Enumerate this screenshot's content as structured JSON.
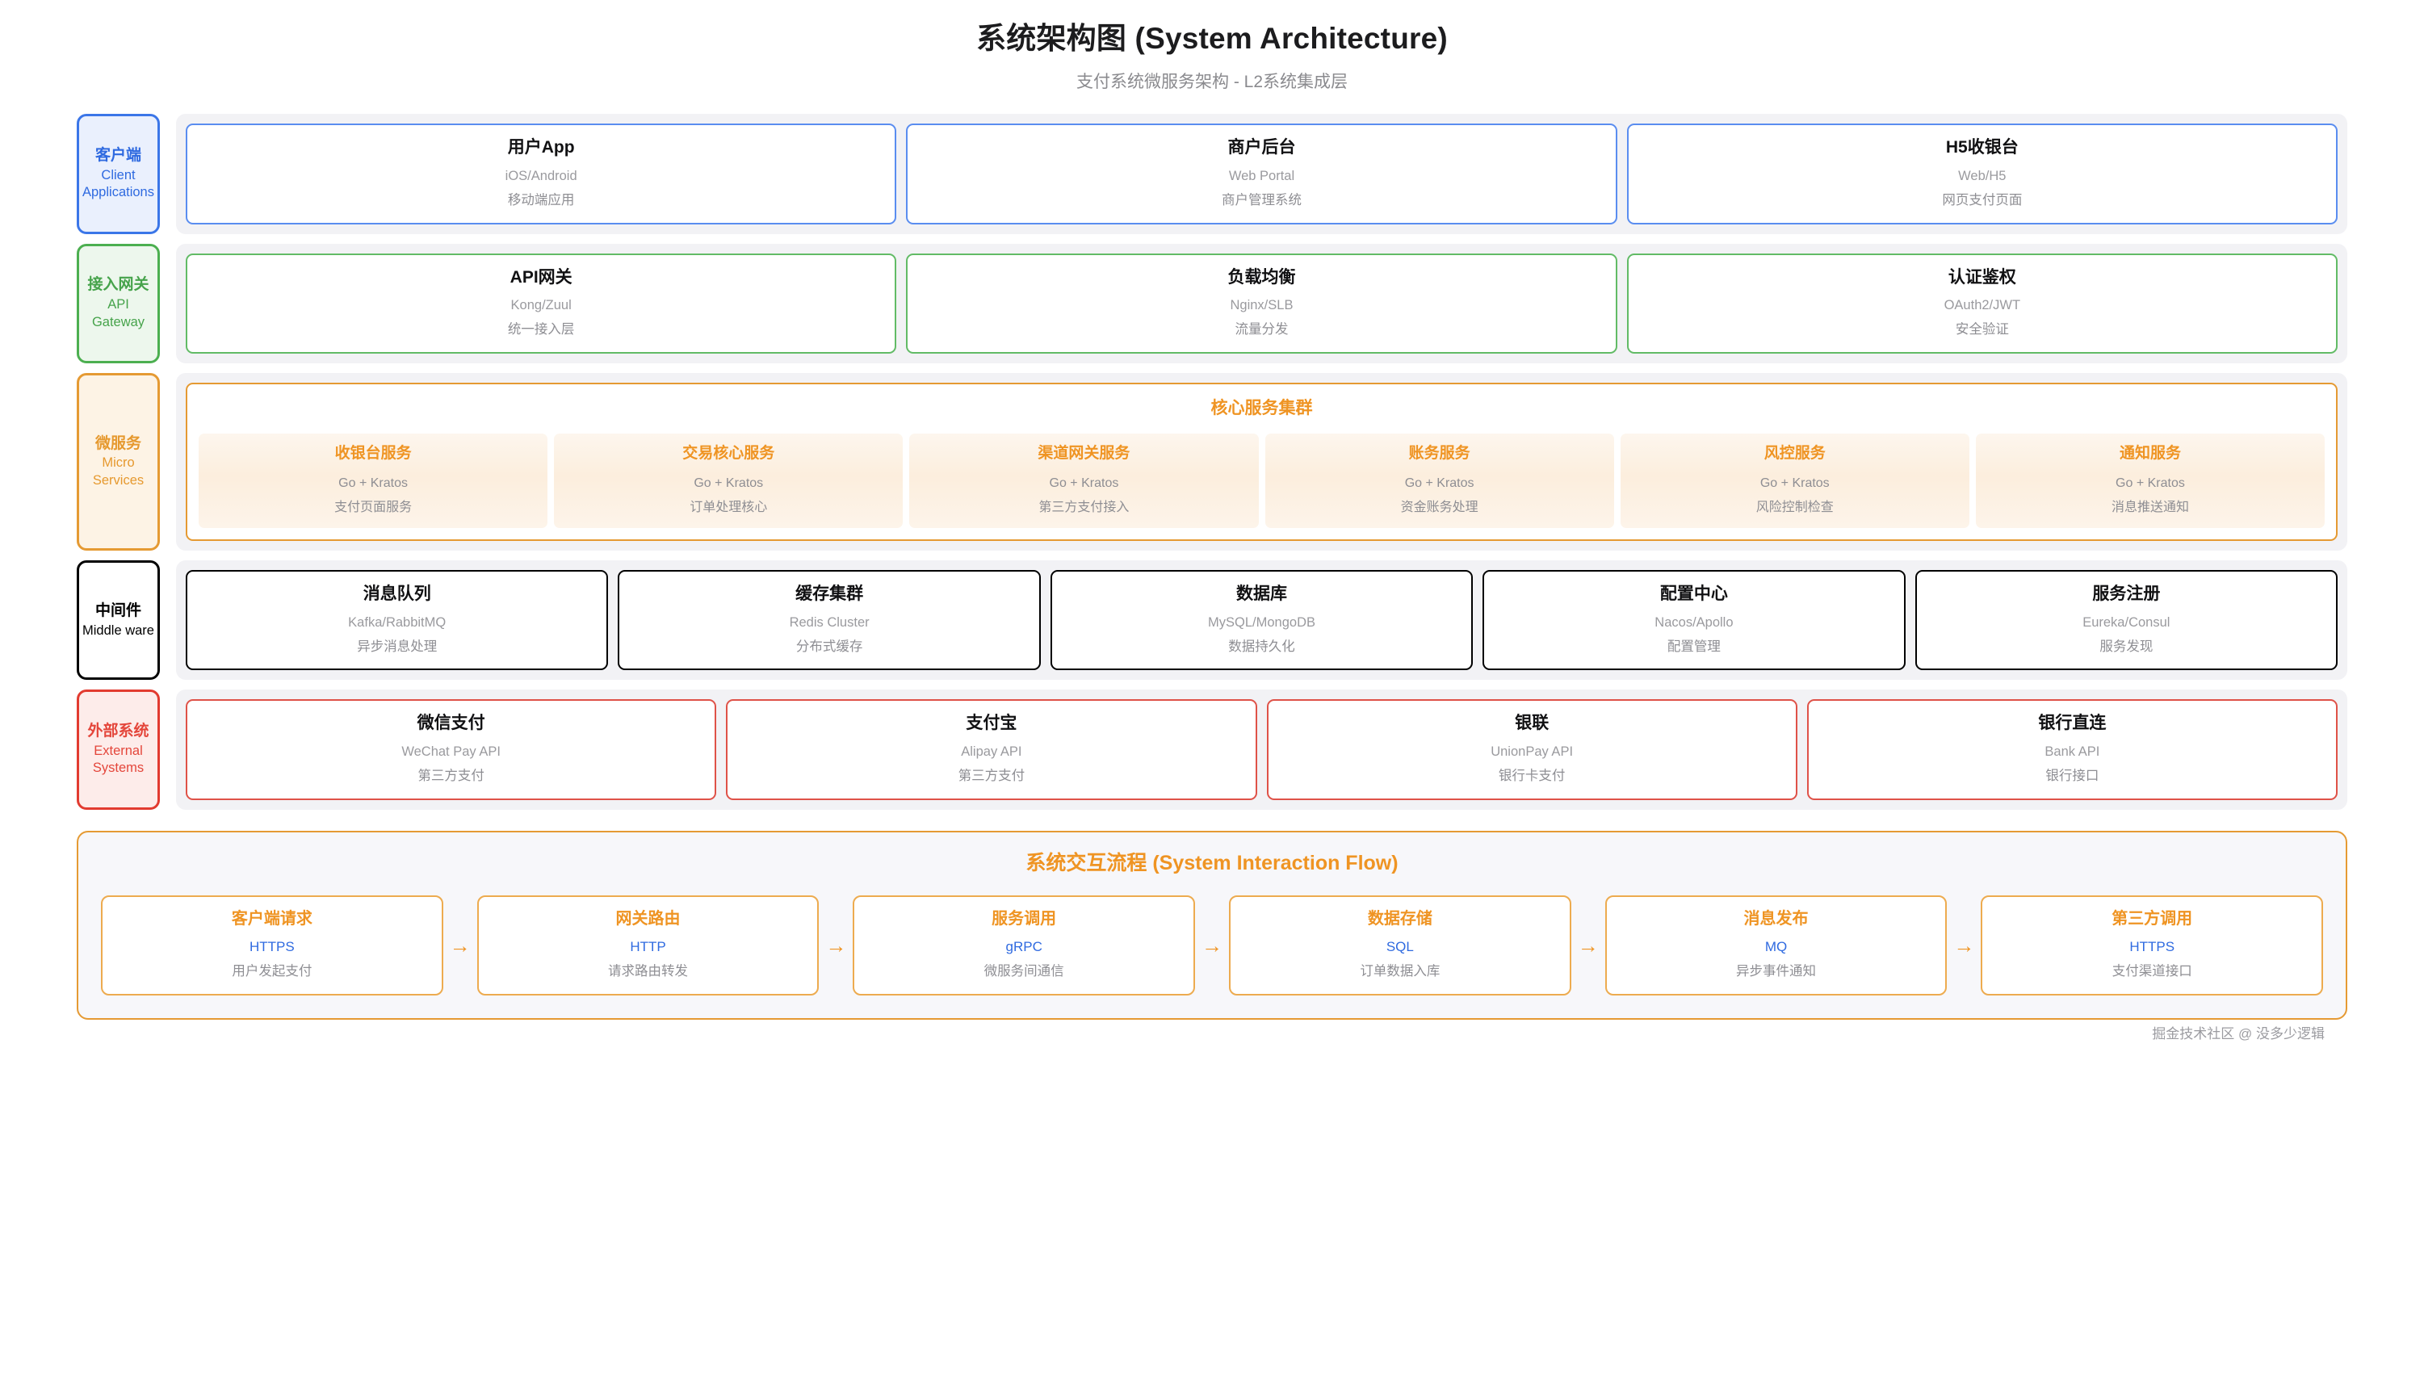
{
  "header": {
    "title": "系统架构图 (System Architecture)",
    "subtitle": "支付系统微服务架构 - L2系统集成层"
  },
  "colors": {
    "client": "#3b76e8",
    "gateway": "#4caf50",
    "micro": "#e59a33",
    "middleware": "#a340d9",
    "external": "#e23b30",
    "accent_orange": "#ef9423",
    "protocol_blue": "#2f6ae0",
    "band_bg": "#f2f2f5"
  },
  "layers": [
    {
      "key": "client",
      "badge_cn": "客户端",
      "badge_en": "Client Applications",
      "nodes": [
        {
          "title": "用户App",
          "sub": "iOS/Android",
          "desc": "移动端应用"
        },
        {
          "title": "商户后台",
          "sub": "Web Portal",
          "desc": "商户管理系统"
        },
        {
          "title": "H5收银台",
          "sub": "Web/H5",
          "desc": "网页支付页面"
        }
      ]
    },
    {
      "key": "gateway",
      "badge_cn": "接入网关",
      "badge_en": "API Gateway",
      "nodes": [
        {
          "title": "API网关",
          "sub": "Kong/Zuul",
          "desc": "统一接入层"
        },
        {
          "title": "负载均衡",
          "sub": "Nginx/SLB",
          "desc": "流量分发"
        },
        {
          "title": "认证鉴权",
          "sub": "OAuth2/JWT",
          "desc": "安全验证"
        }
      ]
    },
    {
      "key": "micro",
      "badge_cn": "微服务",
      "badge_en": "Micro Services",
      "cluster_title": "核心服务集群",
      "services": [
        {
          "title": "收银台服务",
          "sub": "Go + Kratos",
          "desc": "支付页面服务"
        },
        {
          "title": "交易核心服务",
          "sub": "Go + Kratos",
          "desc": "订单处理核心"
        },
        {
          "title": "渠道网关服务",
          "sub": "Go + Kratos",
          "desc": "第三方支付接入"
        },
        {
          "title": "账务服务",
          "sub": "Go + Kratos",
          "desc": "资金账务处理"
        },
        {
          "title": "风控服务",
          "sub": "Go + Kratos",
          "desc": "风险控制检查"
        },
        {
          "title": "通知服务",
          "sub": "Go + Kratos",
          "desc": "消息推送通知"
        }
      ]
    },
    {
      "key": "middleware",
      "badge_cn": "中间件",
      "badge_en": "Middle ware",
      "nodes": [
        {
          "title": "消息队列",
          "sub": "Kafka/RabbitMQ",
          "desc": "异步消息处理"
        },
        {
          "title": "缓存集群",
          "sub": "Redis Cluster",
          "desc": "分布式缓存"
        },
        {
          "title": "数据库",
          "sub": "MySQL/MongoDB",
          "desc": "数据持久化"
        },
        {
          "title": "配置中心",
          "sub": "Nacos/Apollo",
          "desc": "配置管理"
        },
        {
          "title": "服务注册",
          "sub": "Eureka/Consul",
          "desc": "服务发现"
        }
      ]
    },
    {
      "key": "external",
      "badge_cn": "外部系统",
      "badge_en": "External Systems",
      "nodes": [
        {
          "title": "微信支付",
          "sub": "WeChat Pay API",
          "desc": "第三方支付"
        },
        {
          "title": "支付宝",
          "sub": "Alipay API",
          "desc": "第三方支付"
        },
        {
          "title": "银联",
          "sub": "UnionPay API",
          "desc": "银行卡支付"
        },
        {
          "title": "银行直连",
          "sub": "Bank API",
          "desc": "银行接口"
        }
      ]
    }
  ],
  "flow": {
    "title": "系统交互流程 (System Interaction Flow)",
    "arrow_glyph": "→",
    "steps": [
      {
        "title": "客户端请求",
        "protocol": "HTTPS",
        "desc": "用户发起支付"
      },
      {
        "title": "网关路由",
        "protocol": "HTTP",
        "desc": "请求路由转发"
      },
      {
        "title": "服务调用",
        "protocol": "gRPC",
        "desc": "微服务间通信"
      },
      {
        "title": "数据存储",
        "protocol": "SQL",
        "desc": "订单数据入库"
      },
      {
        "title": "消息发布",
        "protocol": "MQ",
        "desc": "异步事件通知"
      },
      {
        "title": "第三方调用",
        "protocol": "HTTPS",
        "desc": "支付渠道接口"
      }
    ]
  },
  "watermark": "掘金技术社区 @ 没多少逻辑"
}
